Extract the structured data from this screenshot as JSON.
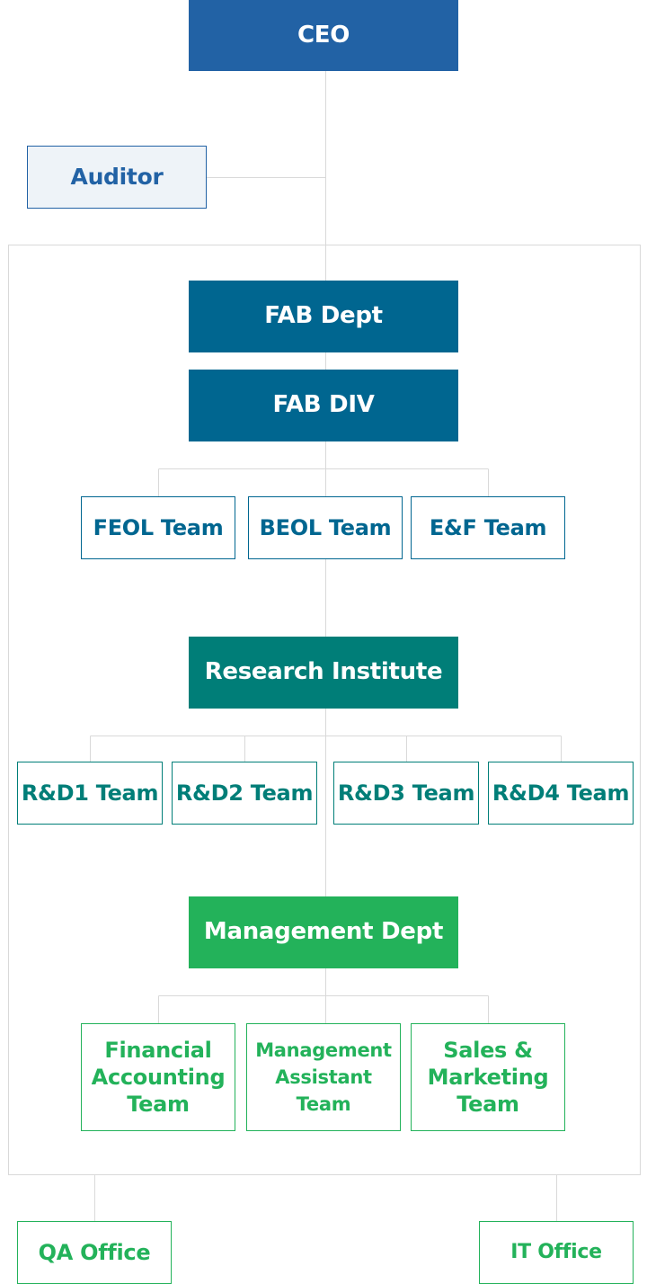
{
  "org": {
    "ceo": "CEO",
    "auditor": "Auditor",
    "fab_dept": "FAB Dept",
    "fab_div": "FAB DIV",
    "feol": "FEOL Team",
    "beol": "BEOL Team",
    "ef": "E&F Team",
    "research": "Research Institute",
    "rd1": "R&D1 Team",
    "rd2": "R&D2 Team",
    "rd3": "R&D3 Team",
    "rd4": "R&D4 Team",
    "management": "Management Dept",
    "financial": "Financial Accounting Team",
    "mgmt_assistant": "Management Assistant Team",
    "sales": "Sales & Marketing Team",
    "qa": "QA Office",
    "it": "IT Office"
  },
  "colors": {
    "ceo": "#2262a5",
    "fab": "#006690",
    "research": "#007e78",
    "management": "#23b25a",
    "line": "#d9d9d9",
    "auditor_fill": "#eef3f8"
  }
}
